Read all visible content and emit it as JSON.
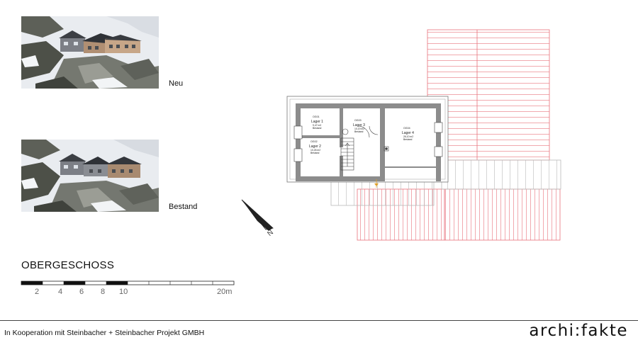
{
  "photos": [
    {
      "caption": "Neu"
    },
    {
      "caption": "Bestand"
    }
  ],
  "floor": {
    "title": "OBERGESCHOSS"
  },
  "scale": {
    "ticks": [
      "2",
      "4",
      "6",
      "8",
      "10"
    ],
    "end_label": "20m"
  },
  "rooms": [
    {
      "id": "OG01",
      "name": "Lager 1",
      "area": "9,47 m2",
      "status": "Bestand"
    },
    {
      "id": "OG02",
      "name": "Lager 2",
      "area": "10,26 m2",
      "status": "Bestand"
    },
    {
      "id": "OG03",
      "name": "Lager 3",
      "area": "10,19 m2",
      "status": "Bestand"
    },
    {
      "id": "OG04",
      "name": "Lager 4",
      "area": "26,10 m2",
      "status": "Bestand"
    }
  ],
  "north_arrow": {
    "label": "N"
  },
  "footer": {
    "text": "In Kooperation mit Steinbacher + Steinbacher Projekt GMBH",
    "logo": "archi:fakte"
  },
  "colors": {
    "roof_new": "#e8717a",
    "roof_old": "#b9b9b9",
    "wall": "#8c8c8c",
    "snow": "#eef0f3",
    "rock": "#6d6f68"
  }
}
